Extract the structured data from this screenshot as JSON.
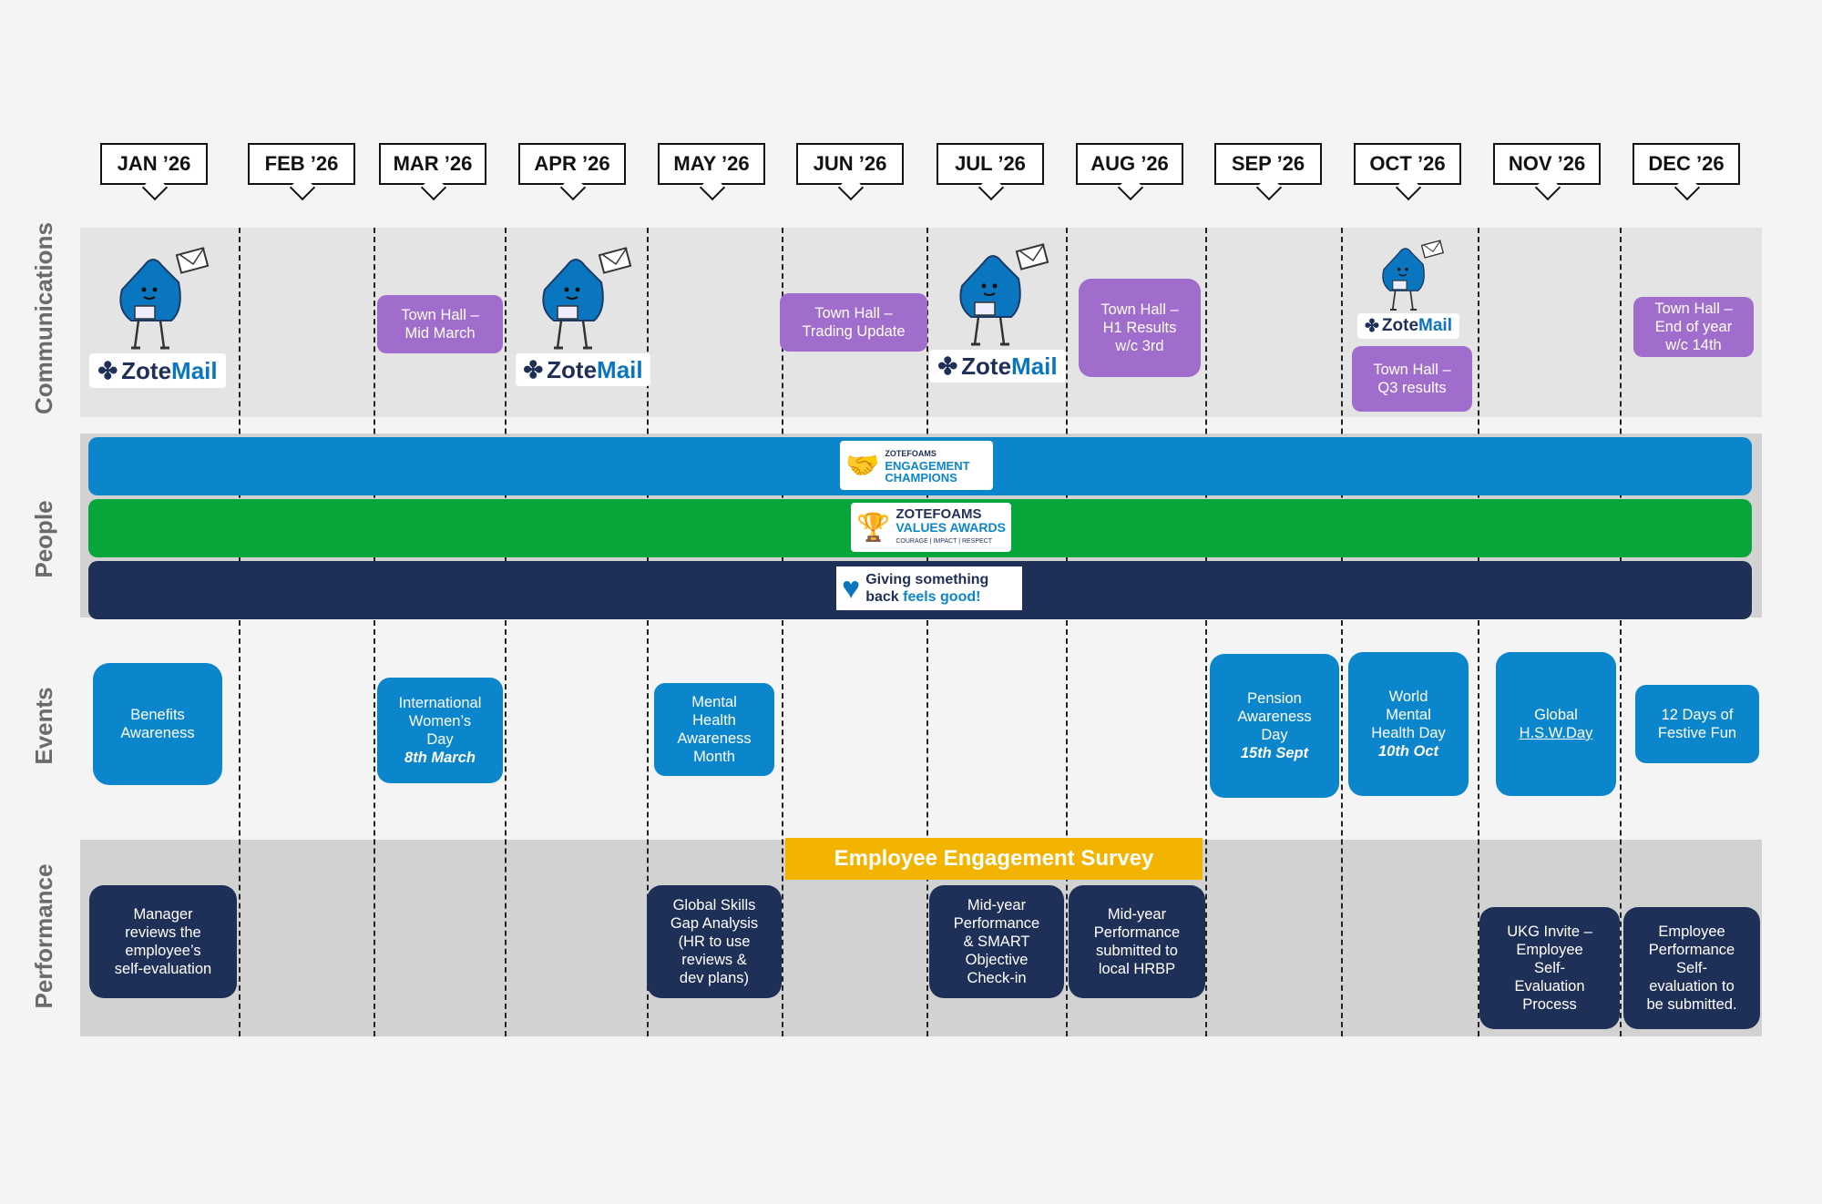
{
  "months": [
    "JAN ’26",
    "FEB ’26",
    "MAR ’26",
    "APR ’26",
    "MAY ’26",
    "JUN ’26",
    "JUL ’26",
    "AUG ’26",
    "SEP ’26",
    "OCT ’26",
    "NOV ’26",
    "DEC ’26"
  ],
  "rows": {
    "communications": "Communications",
    "people": "People",
    "events": "Events",
    "performance": "Performance"
  },
  "communications": {
    "zotemail_logo": "ZoteMail",
    "zotemail_logo_a": "Zote",
    "zotemail_logo_b": "Mail",
    "townhall_mar": [
      "Town Hall –",
      "Mid March"
    ],
    "townhall_jun": [
      "Town Hall –",
      "Trading Update"
    ],
    "townhall_aug": [
      "Town Hall –",
      "H1 Results",
      "w/c 3rd"
    ],
    "townhall_oct": [
      "Town Hall –",
      "Q3 results"
    ],
    "townhall_dec": [
      "Town Hall –",
      "End of year",
      "w/c 14th"
    ]
  },
  "people": {
    "engagement_champions": [
      "ZOTEFOAMS",
      "ENGAGEMENT",
      "CHAMPIONS"
    ],
    "values_awards": [
      "ZOTEFOAMS",
      "VALUES AWARDS",
      "COURAGE | IMPACT | RESPECT"
    ],
    "giving_back": [
      "Giving something",
      "back",
      "feels good!"
    ]
  },
  "events": {
    "benefits": [
      "Benefits",
      "Awareness"
    ],
    "womens_day": [
      "International",
      "Women’s",
      "Day"
    ],
    "womens_day_date": "8th March",
    "mental_health_month": [
      "Mental",
      "Health",
      "Awareness",
      "Month"
    ],
    "pension": [
      "Pension",
      "Awareness",
      "Day"
    ],
    "pension_date": "15th Sept",
    "world_mental": [
      "World",
      "Mental",
      "Health Day"
    ],
    "world_mental_date": "10th Oct",
    "global_hsw": [
      "Global",
      "H.S.W.Day"
    ],
    "festive": [
      "12 Days of",
      "Festive Fun"
    ]
  },
  "performance": {
    "survey": "Employee Engagement Survey",
    "manager_review": [
      "Manager",
      "reviews the",
      "employee’s",
      "self-evaluation"
    ],
    "skills_gap": [
      "Global Skills",
      "Gap Analysis",
      "(HR to use",
      "reviews &",
      "dev plans)"
    ],
    "midyear_checkin": [
      "Mid-year",
      "Performance",
      "& SMART",
      "Objective",
      "Check-in"
    ],
    "midyear_submit": [
      "Mid-year",
      "Performance",
      "submitted to",
      "local HRBP"
    ],
    "ukg_invite": [
      "UKG Invite –",
      "Employee",
      "Self-",
      "Evaluation",
      "Process"
    ],
    "self_eval_submit": [
      "Employee",
      "Performance",
      "Self-",
      "evaluation to",
      "be submitted."
    ]
  },
  "colors": {
    "purple": "#a06dcc",
    "blue": "#0b86cc",
    "navy": "#1f3058",
    "green": "#07a63a",
    "yellow": "#f3b400",
    "band_light": "#e4e4e4",
    "band_dark": "#d2d2d2"
  }
}
